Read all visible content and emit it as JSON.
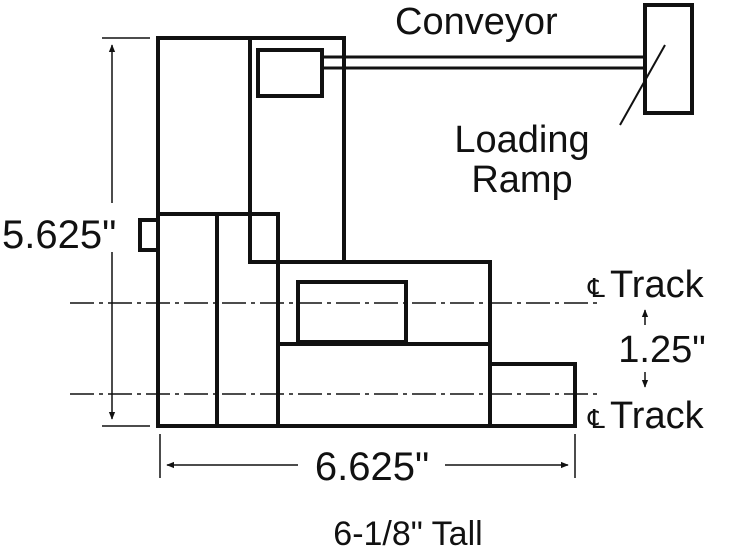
{
  "labels": {
    "conveyor": "Conveyor",
    "loading_line1": "Loading",
    "loading_line2": "Ramp",
    "height_dim": "5.625\"",
    "track_top": "Track",
    "track_spacing": "1.25\"",
    "track_bottom": "Track",
    "width_dim": "6.625\"",
    "tall": "6-1/8\" Tall"
  },
  "symbols": {
    "centerline": "℄"
  },
  "colors": {
    "line": "#111111",
    "background": "#ffffff"
  }
}
